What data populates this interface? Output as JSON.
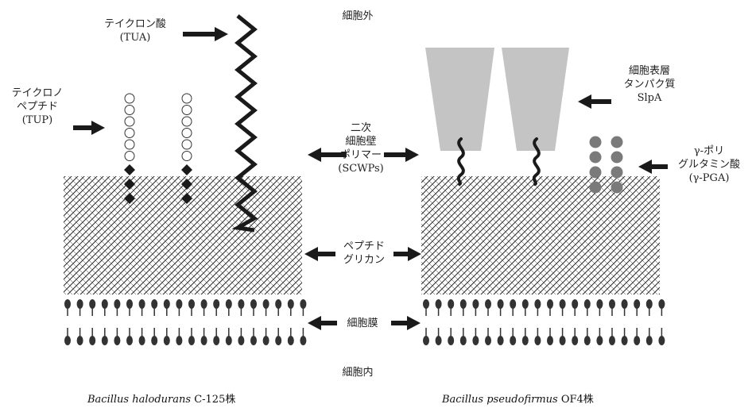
{
  "regions": {
    "outside": "細胞外",
    "inside": "細胞内"
  },
  "left": {
    "tua": [
      "テイクロン酸",
      "(TUA)"
    ],
    "tup": [
      "テイクロノ",
      "ペプチド",
      "(TUP)"
    ],
    "caption_species": "Bacillus halodurans",
    "caption_strain": "C-125株"
  },
  "center": {
    "scwp": [
      "二次",
      "細胞壁",
      "ポリマー",
      "(SCWPs)"
    ],
    "pg": [
      "ペプチド",
      "グリカン"
    ],
    "membrane": "細胞膜"
  },
  "right": {
    "slpa": [
      "細胞表層",
      "タンパク質",
      "SlpA"
    ],
    "pga": [
      "γ-ポリ",
      "グルタミン酸",
      "(γ-PGA)"
    ],
    "caption_species": "Bacillus pseudofirmus",
    "caption_strain": "OF4株"
  },
  "colors": {
    "ink": "#1a1a1a",
    "lipid": "#333333",
    "slp": "#c4c4c4",
    "pga": "#7a7a7a"
  }
}
